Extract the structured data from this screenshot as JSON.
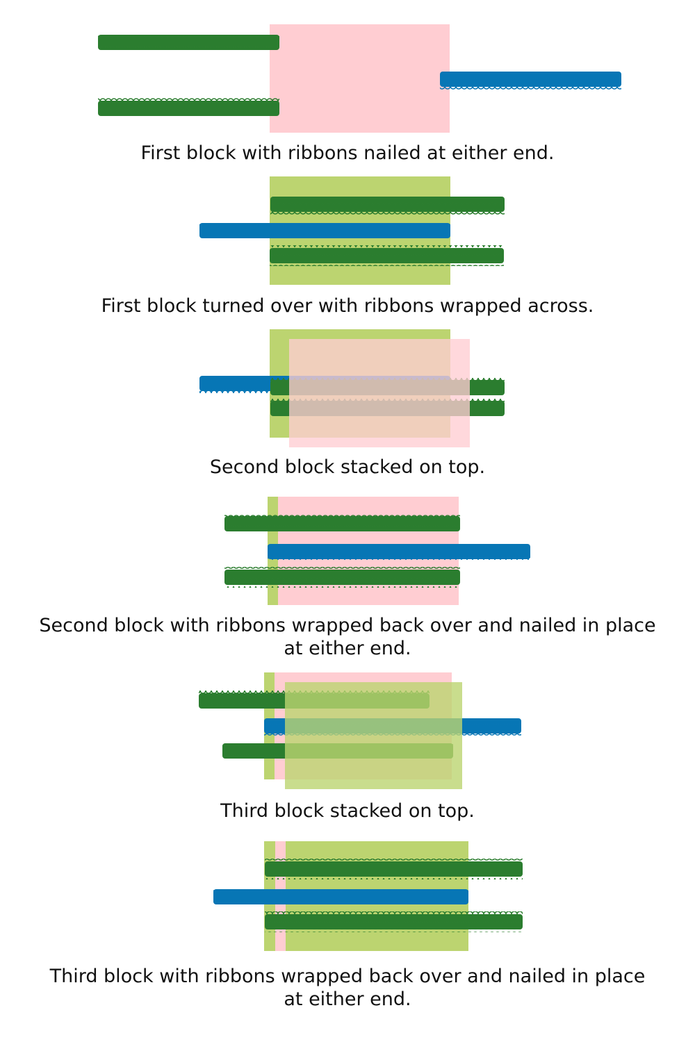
{
  "colors": {
    "pink_block": "#ffcdd2",
    "green_block": "#bcd470",
    "green_ribbon": "#2b7d2f",
    "blue_ribbon": "#0776b5",
    "background": "#ffffff"
  },
  "steps": [
    {
      "caption_lines": [
        "First block with ribbons nailed at either end."
      ]
    },
    {
      "caption_lines": [
        "First block turned over with ribbons wrapped across."
      ]
    },
    {
      "caption_lines": [
        "Second block stacked on top."
      ]
    },
    {
      "caption_lines": [
        "Second block with ribbons wrapped back over and nailed in place",
        "at either end."
      ]
    },
    {
      "caption_lines": [
        "Third block stacked on top."
      ]
    },
    {
      "caption_lines": [
        "Third block with ribbons wrapped back over and nailed in place",
        "at either end."
      ]
    }
  ]
}
